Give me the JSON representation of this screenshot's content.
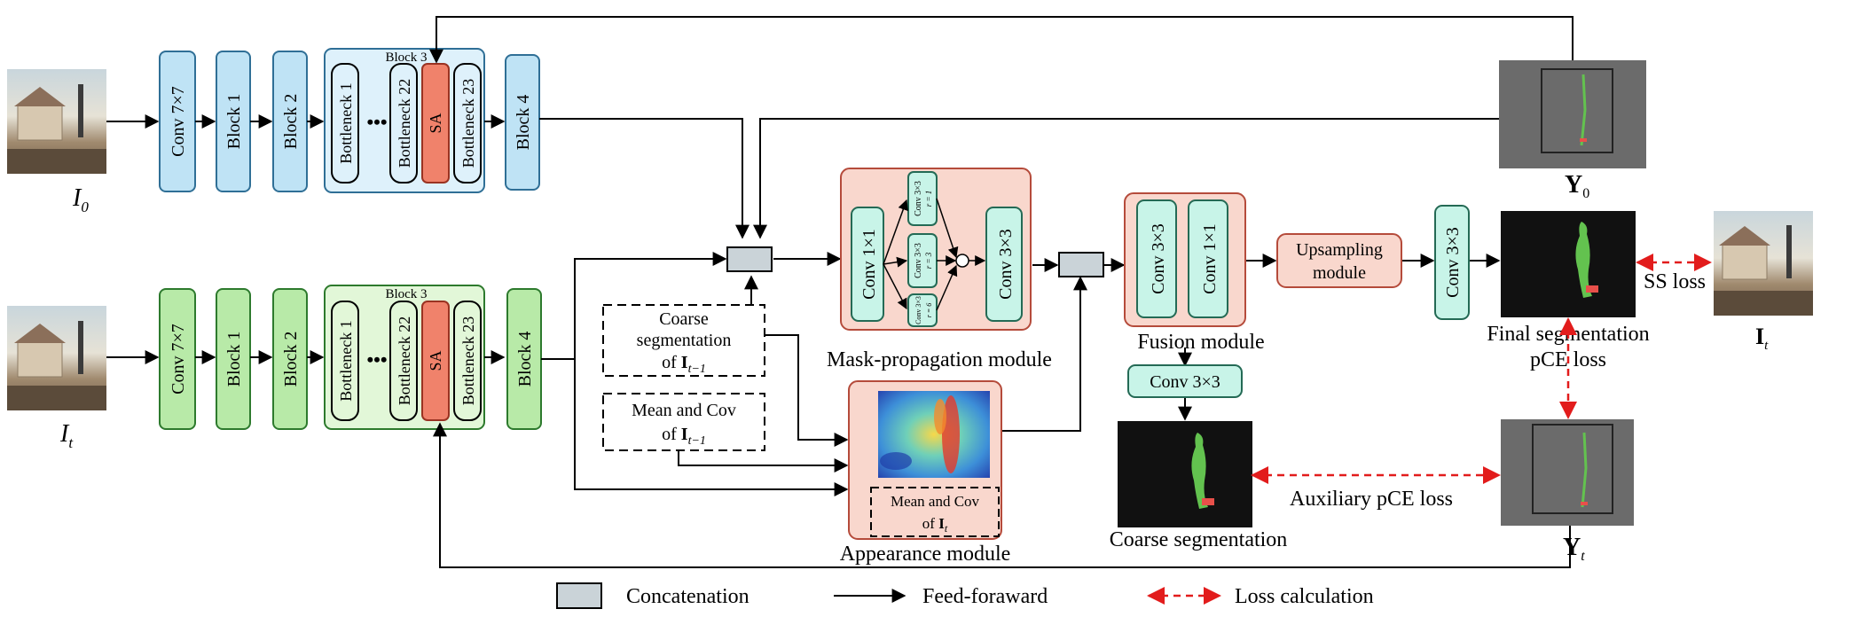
{
  "top_encoder": {
    "input_label": "I",
    "input_sub": "0",
    "blocks": [
      "Conv 7×7",
      "Block 1",
      "Block 2",
      "Block 4"
    ],
    "block3_title": "Block 3",
    "bottlenecks": [
      "Bottleneck 1",
      "Bottleneck 22",
      "SA",
      "Bottleneck 23"
    ],
    "dots": "•••"
  },
  "bottom_encoder": {
    "input_label": "I",
    "input_sub": "t",
    "blocks": [
      "Conv 7×7",
      "Block 1",
      "Block 2",
      "Block 4"
    ],
    "block3_title": "Block 3",
    "bottlenecks": [
      "Bottleneck 1",
      "Bottleneck 22",
      "SA",
      "Bottleneck 23"
    ],
    "dots": "•••"
  },
  "coarse_seg_input": {
    "line1": "Coarse",
    "line2": "segmentation",
    "line3_prefix": "of ",
    "line3_bold": "I",
    "line3_sub": "t−1"
  },
  "mean_cov_input": {
    "line1": "Mean and Cov",
    "line2_prefix": "of ",
    "line2_bold": "I",
    "line2_sub": "t−1"
  },
  "mask_propagation": {
    "conv1": "Conv 1×1",
    "branches": [
      {
        "line1": "Conv 3×3",
        "line2": "r = 1"
      },
      {
        "line1": "Conv 3×3",
        "line2": "r = 3"
      },
      {
        "line1": "Conv 3×3",
        "line2": "r = 6"
      }
    ],
    "conv3": "Conv 3×3",
    "caption": "Mask-propagation module"
  },
  "appearance": {
    "inner_line1": "Mean and Cov",
    "inner_line2_prefix": "of ",
    "inner_line2_bold": "I",
    "inner_line2_sub": "t",
    "caption": "Appearance module"
  },
  "fusion": {
    "conv_a": "Conv 3×3",
    "conv_b": "Conv 1×1",
    "caption": "Fusion module"
  },
  "coarse_conv": "Conv 3×3",
  "coarse_caption": "Coarse segmentation",
  "upsampling": {
    "line1": "Upsampling",
    "line2": "module"
  },
  "final_conv": "Conv 3×3",
  "final_caption_line1": "Final segmentation",
  "final_caption_line2": "pCE loss",
  "ss_loss": "SS loss",
  "aux_loss": "Auxiliary pCE loss",
  "y0_label": "Y",
  "y0_sub": "0",
  "yt_label": "Y",
  "yt_sub": "t",
  "it_out_label": "I",
  "it_out_sub": "t",
  "legend": {
    "concat": "Concatenation",
    "feed": "Feed-foraward",
    "loss": "Loss calculation"
  },
  "colors": {
    "blue_fill": "#bfe3f5",
    "blue_stroke": "#2f6f96",
    "green_fill": "#b8eaa8",
    "green_stroke": "#2d7a2d",
    "block3_top_fill": "#def1fb",
    "block3_bot_fill": "#e2f7d8",
    "sa_fill": "#f0826b",
    "sa_stroke": "#9a3322",
    "module_fill": "#f9d7cd",
    "module_stroke": "#b54b3b",
    "teal_fill": "#c8f4e8",
    "teal_stroke": "#246a55",
    "concat_fill": "#cad3d8",
    "loss": "#e21c1c",
    "mask_green": "#63c24f",
    "mask_red": "#e8504a"
  }
}
